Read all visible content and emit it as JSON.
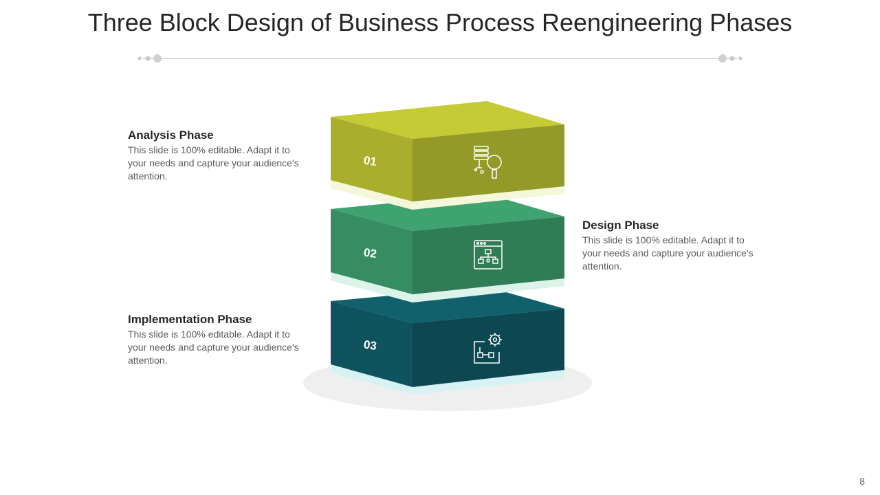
{
  "slide": {
    "title": "Three Block Design of Business Process Reengineering Phases",
    "page_number": "8"
  },
  "blocks": [
    {
      "number": "01",
      "icon": "data-search-icon",
      "top_color": "#c5cb35",
      "front_color": "#949a27",
      "side_color": "#a9af2d"
    },
    {
      "number": "02",
      "icon": "workflow-window-icon",
      "top_color": "#3ea36e",
      "front_color": "#2f7c55",
      "side_color": "#358d61"
    },
    {
      "number": "03",
      "icon": "gear-flowchart-icon",
      "top_color": "#11616d",
      "front_color": "#0c4752",
      "side_color": "#0f535e"
    }
  ],
  "phases": [
    {
      "title": "Analysis Phase",
      "text": "This slide is 100% editable. Adapt it to your needs and capture your audience's attention."
    },
    {
      "title": "Design Phase",
      "text": "This slide is 100% editable. Adapt it to your needs and capture your audience's attention."
    },
    {
      "title": "Implementation Phase",
      "text": "This slide is 100% editable. Adapt it to your needs and capture your audience's attention."
    }
  ]
}
